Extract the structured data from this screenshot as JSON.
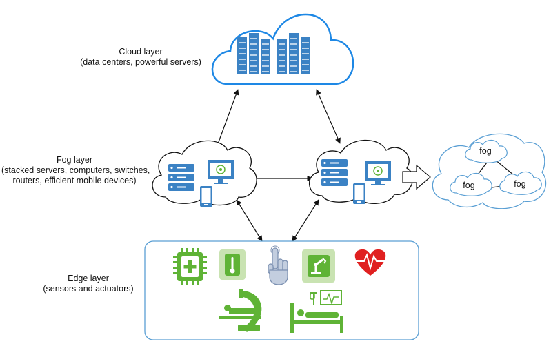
{
  "labels": {
    "cloud_layer": {
      "title": "Cloud layer",
      "subtitle": "(data centers, powerful servers)"
    },
    "fog_layer": {
      "title": "Fog layer",
      "line2": "(stacked servers, computers, switches,",
      "line3": "routers,  efficient mobile devices)"
    },
    "edge_layer": {
      "title": "Edge layer",
      "subtitle": "(sensors and actuators)"
    }
  },
  "fog_network": {
    "nodes": [
      "fog",
      "fog",
      "fog"
    ]
  },
  "colors": {
    "cloud_blue": "#1e88e5",
    "server_blue": "#3b82c4",
    "edge_border": "#5a9fd4",
    "fog_network_border": "#5a9fd4",
    "sensor_green": "#5fb336",
    "sensor_light_green": "#c9e3b2",
    "heart_red": "#e02020",
    "hand_blue": "#7a8fb0"
  },
  "icons": [
    "data-center-icon",
    "server-rack-icon",
    "ai-monitor-icon",
    "mobile-phone-icon",
    "chip-icon",
    "thermometer-icon",
    "touch-hand-icon",
    "robot-arm-icon",
    "heart-rate-icon",
    "mri-scanner-icon",
    "hospital-bed-icon",
    "arrow-right-icon"
  ]
}
